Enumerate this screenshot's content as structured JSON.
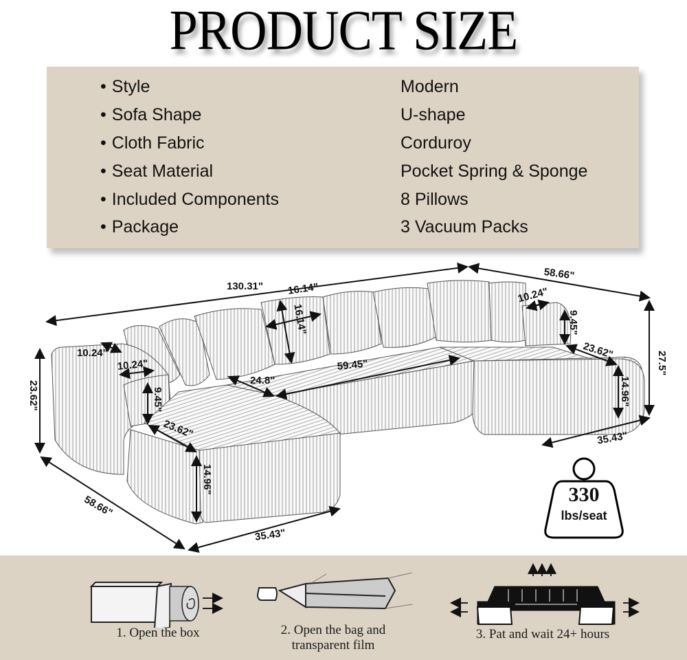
{
  "title": "PRODUCT SIZE",
  "specs": [
    {
      "label": "Style",
      "value": "Modern"
    },
    {
      "label": "Sofa Shape",
      "value": "U-shape"
    },
    {
      "label": "Cloth Fabric",
      "value": "Corduroy"
    },
    {
      "label": "Seat Material",
      "value": "Pocket Spring & Sponge"
    },
    {
      "label": "Included Components",
      "value": "8 Pillows"
    },
    {
      "label": "Package",
      "value": "3 Vacuum Packs"
    }
  ],
  "dimensions": {
    "total_length": "130.31\"",
    "right_depth_top": "58.66\"",
    "pillow_width": "16.14\"",
    "pillow_height": "16.14\"",
    "right_arm_width": "10.24\"",
    "right_arm_height": "9.45\"",
    "right_arm_to_seat": "23.62\"",
    "right_total_height": "27.5\"",
    "right_seat_height": "14.96\"",
    "right_chaise_width": "35.43\"",
    "left_arm_depth": "10.24\"",
    "left_arm_width": "10.24\"",
    "left_arm_height": "9.45\"",
    "left_total_height": "23.62\"",
    "left_arm_to_seat": "23.62\"",
    "left_seat_height": "14.96\"",
    "left_depth": "58.66\"",
    "left_chaise_width": "35.43\"",
    "back_cushion_depth": "24.8\"",
    "middle_seat_width": "59.45\""
  },
  "weight_capacity": {
    "value": "330",
    "unit": "lbs/seat"
  },
  "steps": [
    {
      "label": "1. Open the box"
    },
    {
      "label_line1": "2. Open the bag and",
      "label_line2": "transparent film"
    },
    {
      "label": "3. Pat and wait 24+ hours"
    }
  ],
  "colors": {
    "panel_bg": "#dcd3c4",
    "text": "#111111"
  }
}
